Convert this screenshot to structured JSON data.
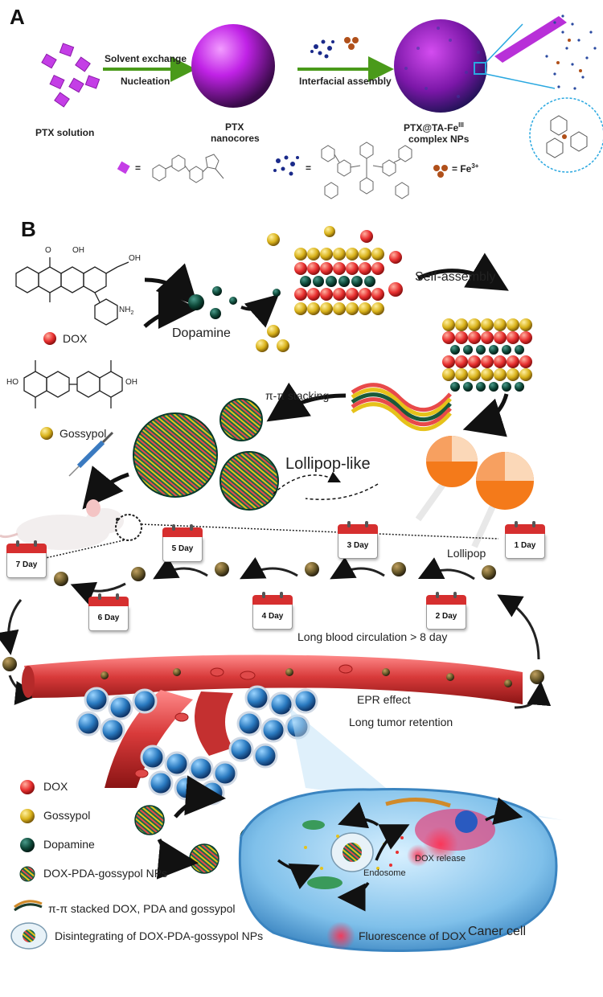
{
  "panel_a": {
    "label": "A",
    "arrow1_top": "Solvent exchange",
    "arrow1_bottom": "Nucleation",
    "arrow2_bottom": "Interfacial assembly",
    "ptx_solution": "PTX solution",
    "ptx_nanocores_line1": "PTX",
    "ptx_nanocores_line2": "nanocores",
    "complex_line1": "PTX@TA-Fe",
    "complex_sup": "III",
    "complex_line2": "complex NPs",
    "eq1": "=",
    "eq2": "=",
    "fe_label": "= Fe",
    "fe_sup": "3+"
  },
  "panel_b": {
    "label": "B",
    "dox": "DOX",
    "gossypol": "Gossypol",
    "dopamine": "Dopamine",
    "self_assembly": "Self-assembly",
    "pi_stacking": "π-π stacking",
    "lollipop_like": "Lollipop-like",
    "lollipop": "Lollipop",
    "days": [
      "1 Day",
      "2 Day",
      "3 Day",
      "4 Day",
      "5 Day",
      "6 Day",
      "7 Day"
    ],
    "long_circulation": "Long blood circulation > 8 day",
    "epr_effect": "EPR effect",
    "long_retention": "Long tumor retention",
    "endosome": "Endosome",
    "dox_release": "DOX release",
    "cancer_cell": "Caner cell",
    "chem_labels": {
      "oh": "OH",
      "o": "O",
      "nh2": "NH",
      "nh2_sub": "2",
      "ho": "HO"
    }
  },
  "legend": {
    "dox": "DOX",
    "gossypol": "Gossypol",
    "dopamine": "Dopamine",
    "nps": "DOX-PDA-gossypol NPs",
    "stacked": "π-π stacked DOX, PDA and gossypol",
    "disintegrating": "Disintegrating of DOX-PDA-gossypol NPs",
    "fluorescence": "Fluorescence of  DOX"
  },
  "colors": {
    "magenta": "#c020e0",
    "green_arrow": "#4a9a1a",
    "red": "#e03030",
    "yellow": "#d9b21a",
    "dark_green": "#0f4a3a",
    "vessel": "#d83a3a",
    "cell_blue": "#6fb4e0"
  }
}
